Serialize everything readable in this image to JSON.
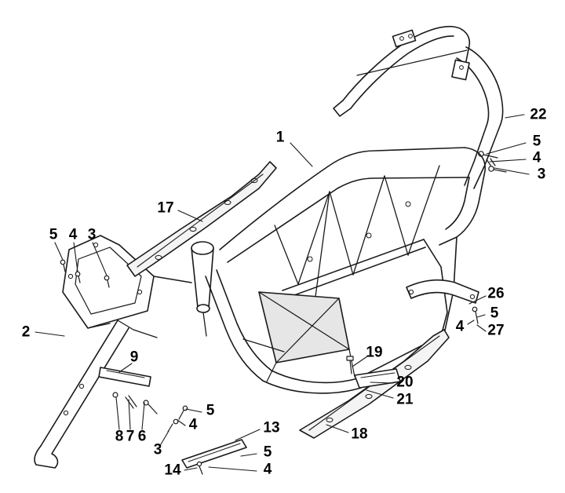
{
  "colors": {
    "line": "#1a1a1a",
    "background": "#ffffff",
    "shade": "#e6e6e6"
  },
  "callouts": [
    {
      "label": "1"
    },
    {
      "label": "22"
    },
    {
      "label": "5"
    },
    {
      "label": "4"
    },
    {
      "label": "3"
    },
    {
      "label": "17"
    },
    {
      "label": "5"
    },
    {
      "label": "4"
    },
    {
      "label": "3"
    },
    {
      "label": "2"
    },
    {
      "label": "9"
    },
    {
      "label": "26"
    },
    {
      "label": "5"
    },
    {
      "label": "4"
    },
    {
      "label": "27"
    },
    {
      "label": "19"
    },
    {
      "label": "20"
    },
    {
      "label": "21"
    },
    {
      "label": "18"
    },
    {
      "label": "13"
    },
    {
      "label": "5"
    },
    {
      "label": "4"
    },
    {
      "label": "3"
    },
    {
      "label": "8"
    },
    {
      "label": "7"
    },
    {
      "label": "6"
    },
    {
      "label": "5"
    },
    {
      "label": "14"
    },
    {
      "label": "4"
    }
  ]
}
